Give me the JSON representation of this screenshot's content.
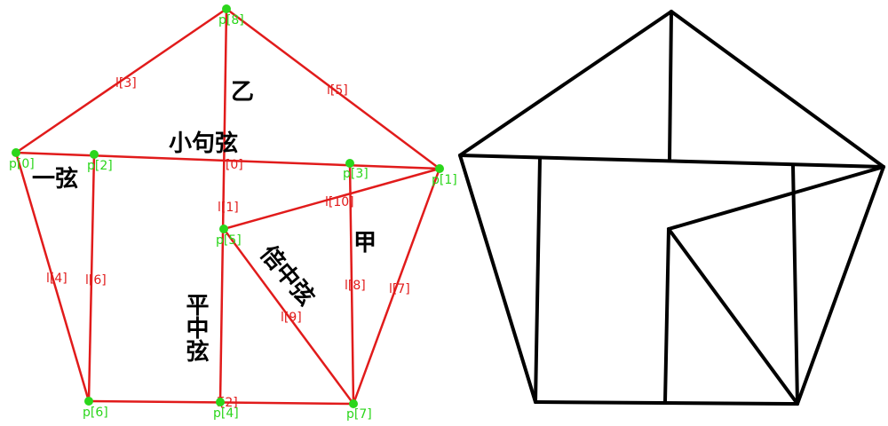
{
  "diagram": {
    "left_panel": {
      "point_labels": [
        "p[0]",
        "p[1]",
        "p[2]",
        "p[3]",
        "p[4]",
        "p[5]",
        "p[6]",
        "p[7]",
        "p[8]"
      ],
      "line_labels": [
        "l[0]",
        "l[1]",
        "l[2]",
        "l[3]",
        "l[4]",
        "l[5]",
        "l[6]",
        "l[7]",
        "l[8]",
        "l[9]",
        "l[10]"
      ],
      "text_marks": [
        "乙",
        "甲",
        "平中弦",
        "倍中弦",
        "小句弦",
        "一弦"
      ]
    },
    "colors": {
      "lines": "#e11b1b",
      "points": "#2bd61b",
      "ink": "#000000"
    }
  }
}
